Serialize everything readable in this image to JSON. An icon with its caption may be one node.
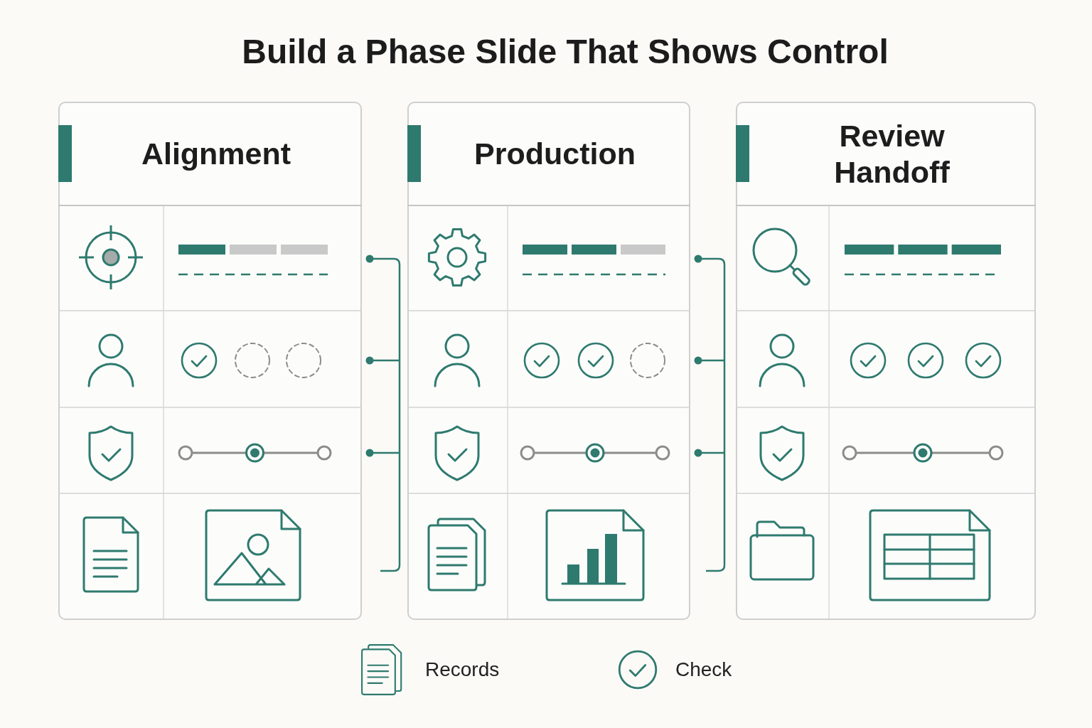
{
  "diagram": {
    "title": "Build a Phase Slide That Shows Control",
    "nodes": [
      {
        "text": [
          "Alignment"
        ]
      },
      {
        "text": [
          "Production"
        ]
      },
      {
        "text": [
          "Review Handoff"
        ]
      }
    ],
    "legend": [
      {
        "text": "Records"
      },
      {
        "text": "Check"
      }
    ]
  }
}
